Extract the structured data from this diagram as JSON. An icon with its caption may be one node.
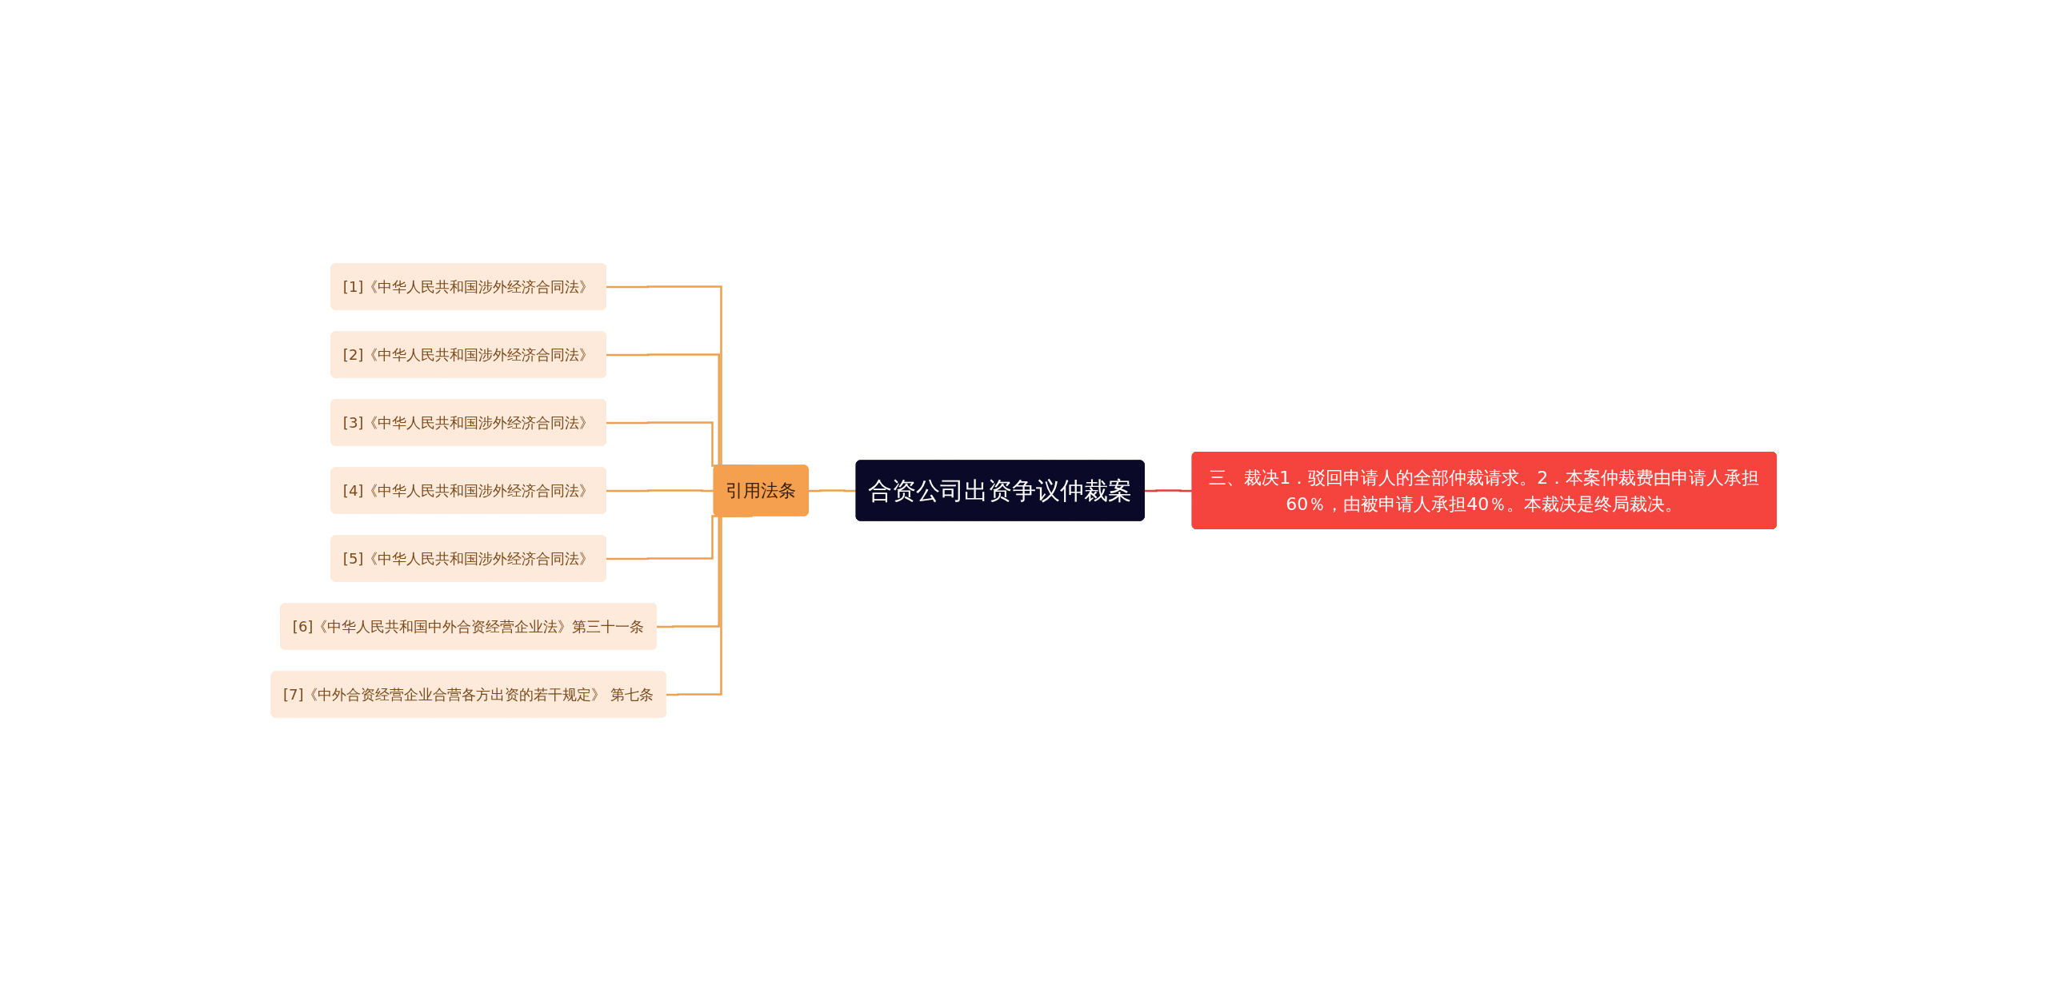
{
  "diagram": {
    "nodes": [
      {
        "text": [
          "合资公司出资争议仲裁案"
        ]
      },
      {
        "text": [
          "引用法条"
        ]
      },
      {
        "text": [
          "[1]《中华人民共和国涉外经济合同法》"
        ]
      },
      {
        "text": [
          "[2]《中华人民共和国涉外经济合同法》"
        ]
      },
      {
        "text": [
          "[3]《中华人民共和国涉外经济合同法》"
        ]
      },
      {
        "text": [
          "[4]《中华人民共和国涉外经济合同法》"
        ]
      },
      {
        "text": [
          "[5]《中华人民共和国涉外经济合同法》"
        ]
      },
      {
        "text": [
          "[6]《中华人民共和国中外合资经营企业法》第三十一条"
        ]
      },
      {
        "text": [
          "[7]《中外合资经营企业合营各方出资的若干规定》 第七条"
        ]
      },
      {
        "text": [
          "三、裁决1．驳回申请人的全部仲裁请求。2．本案仲裁费由申请人承担60％，由被申请人承担40％。本裁决是终局裁决。"
        ]
      }
    ],
    "edges": [
      {
        "from": 0,
        "to": 1,
        "arrow": "none"
      },
      {
        "from": 1,
        "to": 2,
        "arrow": "none"
      },
      {
        "from": 1,
        "to": 3,
        "arrow": "none"
      },
      {
        "from": 1,
        "to": 4,
        "arrow": "none"
      },
      {
        "from": 1,
        "to": 5,
        "arrow": "none"
      },
      {
        "from": 1,
        "to": 6,
        "arrow": "none"
      },
      {
        "from": 1,
        "to": 7,
        "arrow": "none"
      },
      {
        "from": 1,
        "to": 8,
        "arrow": "none"
      },
      {
        "from": 0,
        "to": 9,
        "arrow": "none",
        "color": "#e0403a"
      }
    ]
  }
}
